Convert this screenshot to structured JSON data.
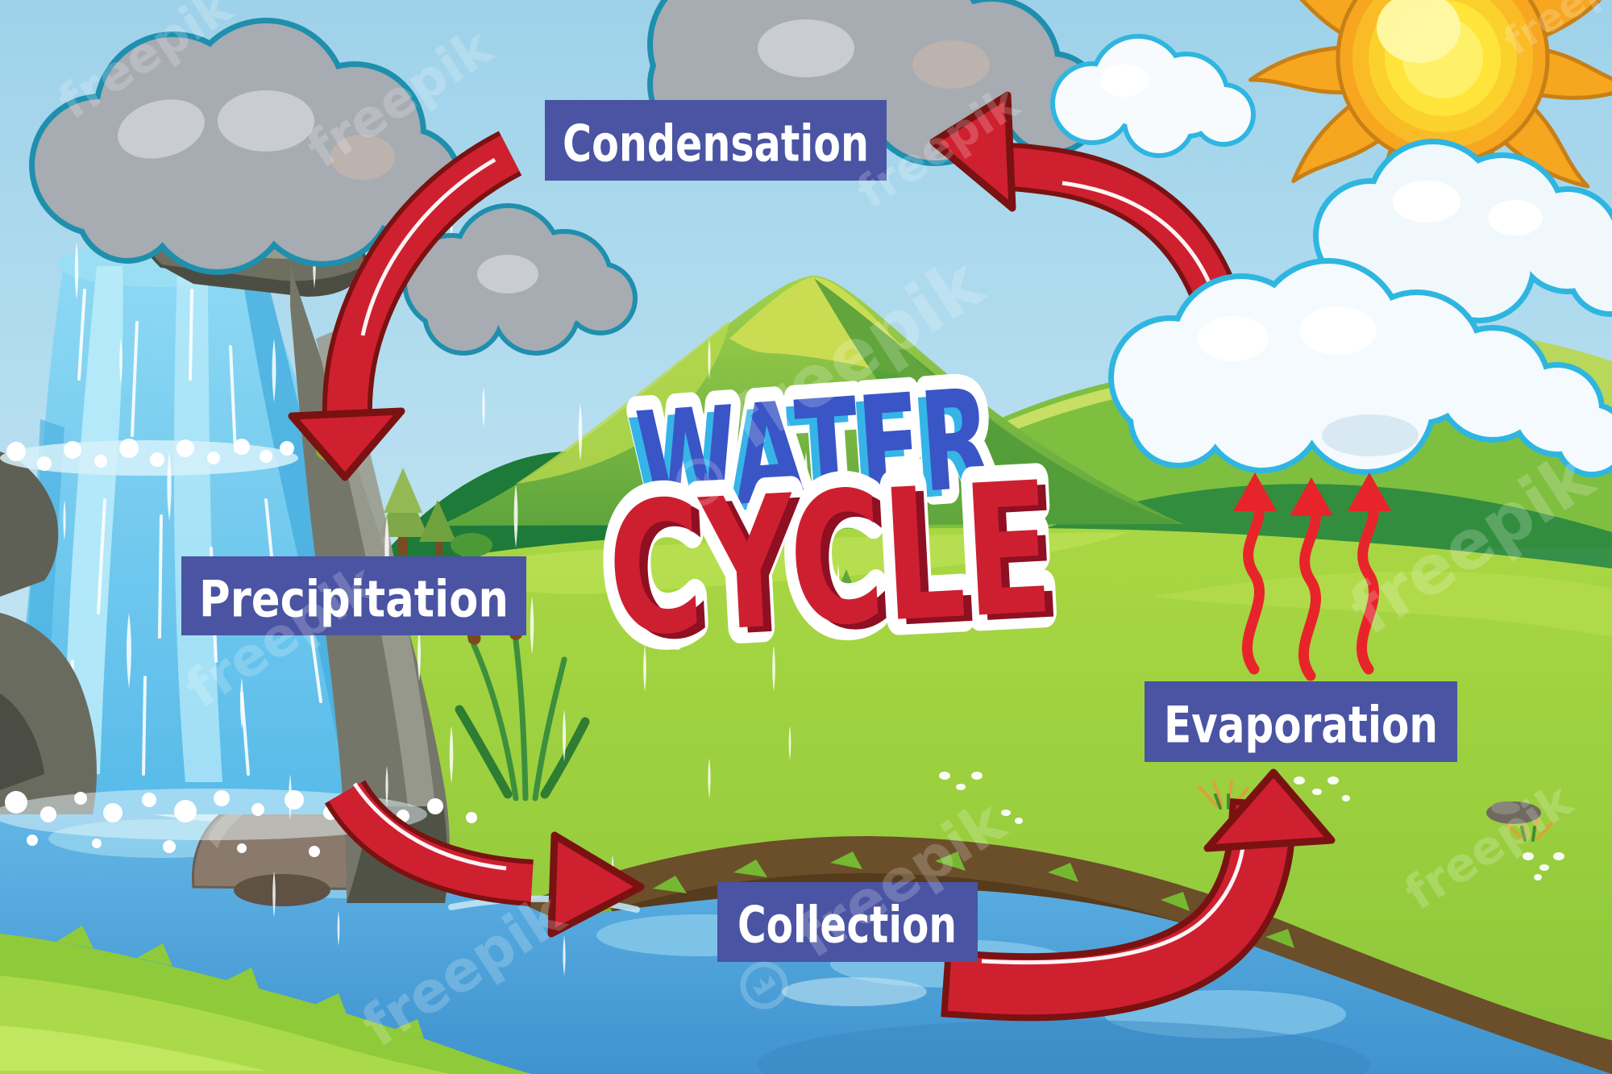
{
  "diagram": {
    "title": {
      "line1": "WATER",
      "line2": "CYCLE"
    },
    "stages": [
      {
        "id": "condensation",
        "label": "Condensation"
      },
      {
        "id": "precipitation",
        "label": "Precipitation"
      },
      {
        "id": "collection",
        "label": "Collection"
      },
      {
        "id": "evaporation",
        "label": "Evaporation"
      }
    ],
    "watermark": "freepik",
    "colors": {
      "label_bg": "#4a54a3",
      "label_text": "#ffffff",
      "arrow_red": "#cf2030",
      "arrow_outline": "#7a1212",
      "vapor_arrow_red": "#e8242b",
      "title_blue": "#3a55c6",
      "title_blue_shadow": "#35b4e8",
      "title_red": "#ce1f31",
      "title_red_shadow": "#8e1022",
      "sky_top": "#9ed2ea",
      "sky_bottom": "#d6eef8"
    }
  }
}
